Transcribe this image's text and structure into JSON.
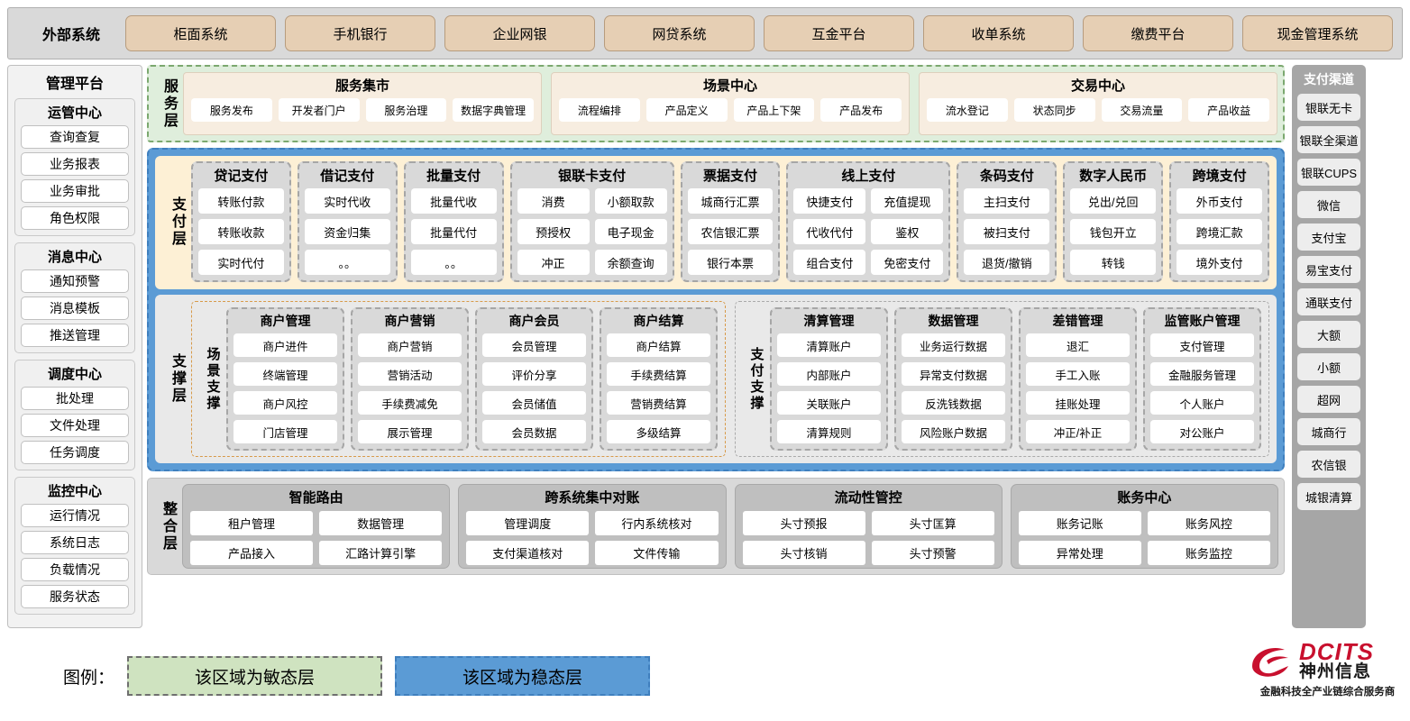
{
  "external": {
    "title": "外部系统",
    "items": [
      "柜面系统",
      "手机银行",
      "企业网银",
      "网贷系统",
      "互金平台",
      "收单系统",
      "缴费平台",
      "现金管理系统"
    ]
  },
  "left_panel": {
    "title": "管理平台",
    "groups": [
      {
        "title": "运管中心",
        "items": [
          "查询查复",
          "业务报表",
          "业务审批",
          "角色权限"
        ]
      },
      {
        "title": "消息中心",
        "items": [
          "通知预警",
          "消息模板",
          "推送管理"
        ]
      },
      {
        "title": "调度中心",
        "items": [
          "批处理",
          "文件处理",
          "任务调度"
        ]
      },
      {
        "title": "监控中心",
        "items": [
          "运行情况",
          "系统日志",
          "负载情况",
          "服务状态"
        ]
      }
    ]
  },
  "right_panel": {
    "title": "支付渠道",
    "items": [
      "银联无卡",
      "银联全渠道",
      "银联CUPS",
      "微信",
      "支付宝",
      "易宝支付",
      "通联支付",
      "大额",
      "小额",
      "超网",
      "城商行",
      "农信银",
      "城银清算"
    ]
  },
  "service_layer": {
    "label": "服务层",
    "cards": [
      {
        "title": "服务集市",
        "items": [
          "服务发布",
          "开发者门户",
          "服务治理",
          "数据字典管理"
        ]
      },
      {
        "title": "场景中心",
        "items": [
          "流程编排",
          "产品定义",
          "产品上下架",
          "产品发布"
        ]
      },
      {
        "title": "交易中心",
        "items": [
          "流水登记",
          "状态同步",
          "交易流量",
          "产品收益"
        ]
      }
    ]
  },
  "payment_layer": {
    "label": "支付层",
    "cards": [
      {
        "title": "贷记支付",
        "cols": 1,
        "rows": [
          [
            "转账付款"
          ],
          [
            "转账收款"
          ],
          [
            "实时代付"
          ]
        ]
      },
      {
        "title": "借记支付",
        "cols": 1,
        "rows": [
          [
            "实时代收"
          ],
          [
            "资金归集"
          ],
          [
            "。。"
          ]
        ]
      },
      {
        "title": "批量支付",
        "cols": 1,
        "rows": [
          [
            "批量代收"
          ],
          [
            "批量代付"
          ],
          [
            "。。"
          ]
        ]
      },
      {
        "title": "银联卡支付",
        "cols": 2,
        "rows": [
          [
            "消费",
            "小额取款"
          ],
          [
            "预授权",
            "电子现金"
          ],
          [
            "冲正",
            "余额查询"
          ]
        ]
      },
      {
        "title": "票据支付",
        "cols": 1,
        "rows": [
          [
            "城商行汇票"
          ],
          [
            "农信银汇票"
          ],
          [
            "银行本票"
          ]
        ]
      },
      {
        "title": "线上支付",
        "cols": 2,
        "rows": [
          [
            "快捷支付",
            "充值提现"
          ],
          [
            "代收代付",
            "鉴权"
          ],
          [
            "组合支付",
            "免密支付"
          ]
        ]
      },
      {
        "title": "条码支付",
        "cols": 1,
        "rows": [
          [
            "主扫支付"
          ],
          [
            "被扫支付"
          ],
          [
            "退货/撤销"
          ]
        ]
      },
      {
        "title": "数字人民币",
        "cols": 1,
        "rows": [
          [
            "兑出/兑回"
          ],
          [
            "钱包开立"
          ],
          [
            "转钱"
          ]
        ]
      },
      {
        "title": "跨境支付",
        "cols": 1,
        "rows": [
          [
            "外币支付"
          ],
          [
            "跨境汇款"
          ],
          [
            "境外支付"
          ]
        ]
      }
    ]
  },
  "support_layer": {
    "label": "支撑层",
    "scene": {
      "label": "场景支撑",
      "cards": [
        {
          "title": "商户管理",
          "items": [
            "商户进件",
            "终端管理",
            "商户风控",
            "门店管理"
          ]
        },
        {
          "title": "商户营销",
          "items": [
            "商户营销",
            "营销活动",
            "手续费减免",
            "展示管理"
          ]
        },
        {
          "title": "商户会员",
          "items": [
            "会员管理",
            "评价分享",
            "会员储值",
            "会员数据"
          ]
        },
        {
          "title": "商户结算",
          "items": [
            "商户结算",
            "手续费结算",
            "营销费结算",
            "多级结算"
          ]
        }
      ]
    },
    "paysup": {
      "label": "支付支撑",
      "cards": [
        {
          "title": "清算管理",
          "items": [
            "清算账户",
            "内部账户",
            "关联账户",
            "清算规则"
          ]
        },
        {
          "title": "数据管理",
          "items": [
            "业务运行数据",
            "异常支付数据",
            "反洗钱数据",
            "风险账户数据"
          ]
        },
        {
          "title": "差错管理",
          "items": [
            "退汇",
            "手工入账",
            "挂账处理",
            "冲正/补正"
          ]
        },
        {
          "title": "监管账户管理",
          "items": [
            "支付管理",
            "金融服务管理",
            "个人账户",
            "对公账户"
          ]
        }
      ]
    }
  },
  "integration_layer": {
    "label": "整合层",
    "cards": [
      {
        "title": "智能路由",
        "rows": [
          [
            "租户管理",
            "数据管理"
          ],
          [
            "产品接入",
            "汇路计算引擎"
          ]
        ]
      },
      {
        "title": "跨系统集中对账",
        "rows": [
          [
            "管理调度",
            "行内系统核对"
          ],
          [
            "支付渠道核对",
            "文件传输"
          ]
        ]
      },
      {
        "title": "流动性管控",
        "rows": [
          [
            "头寸预报",
            "头寸匡算"
          ],
          [
            "头寸核销",
            "头寸预警"
          ]
        ]
      },
      {
        "title": "账务中心",
        "rows": [
          [
            "账务记账",
            "账务风控"
          ],
          [
            "异常处理",
            "账务监控"
          ]
        ]
      }
    ]
  },
  "legend": {
    "label": "图例：",
    "agile": "该区域为敏态层",
    "stable": "该区域为稳态层"
  },
  "logo": {
    "brand": "DCITS",
    "brand_cn": "神州信息",
    "tagline": "金融科技全产业链综合服务商"
  },
  "colors": {
    "agile": "#cfe3c0",
    "stable": "#5b9bd5",
    "external": "#e6cfb4",
    "payment": "#fdf0d5",
    "brand_red": "#c8102e"
  }
}
